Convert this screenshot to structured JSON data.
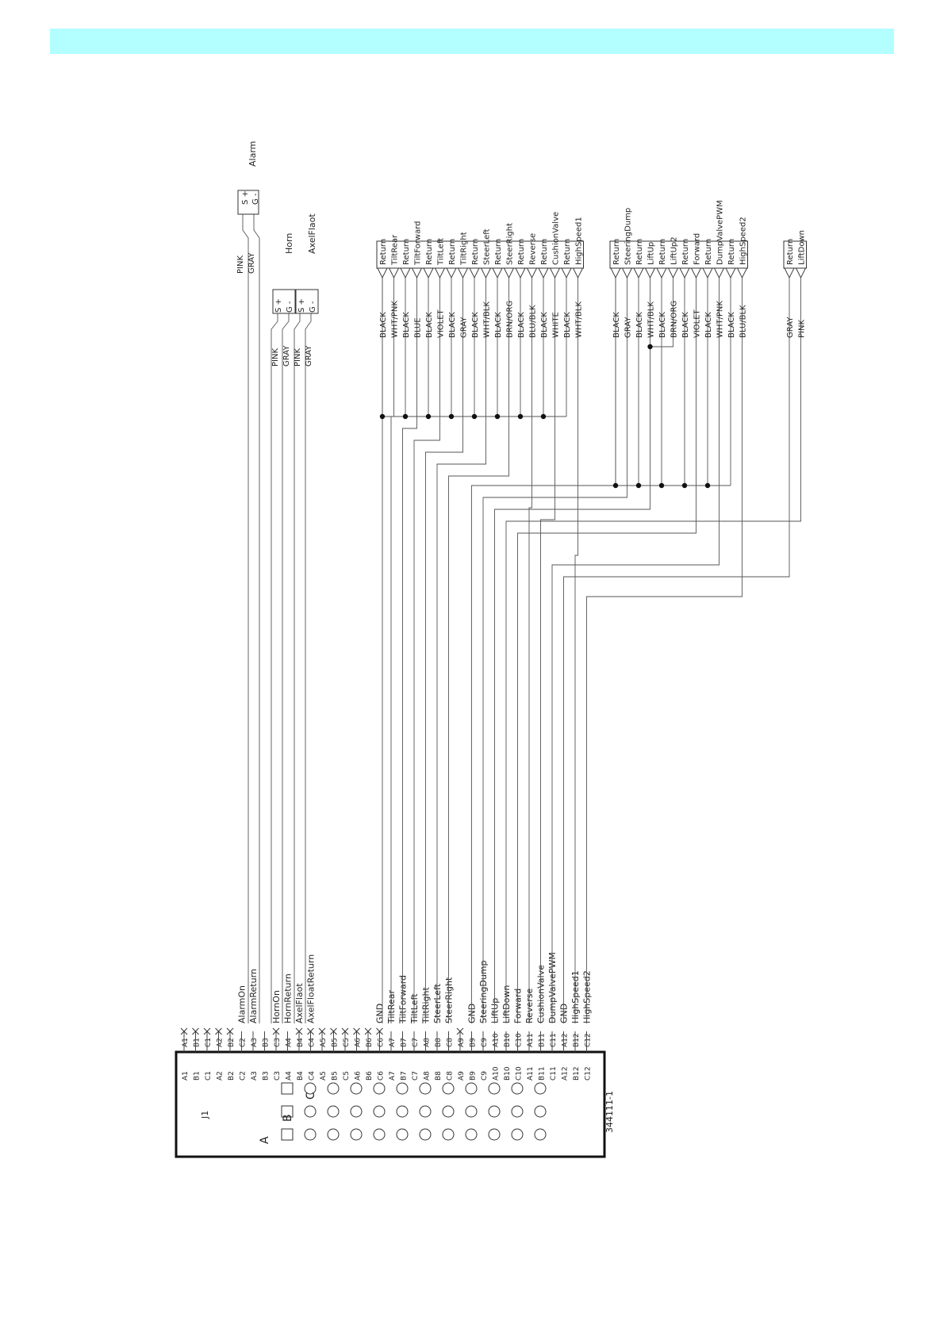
{
  "header": {
    "band_color": "#b3ffff"
  },
  "connector": {
    "id": "J1",
    "part_number": "344111-1",
    "columns": [
      "A",
      "B",
      "C"
    ],
    "bottom_pins": [
      "A1",
      "B1",
      "C1",
      "A2",
      "B2",
      "C2",
      "A3",
      "B3",
      "C3",
      "A4",
      "B4",
      "C4",
      "A5",
      "B5",
      "C5",
      "A6",
      "B6",
      "C6",
      "A7",
      "B7",
      "C7",
      "A8",
      "B8",
      "C8",
      "A9",
      "B9",
      "C9",
      "A10",
      "B10",
      "C10",
      "A11",
      "B11",
      "C11",
      "A12",
      "B12",
      "C12"
    ],
    "pin_order": [
      "A1",
      "B1",
      "C1",
      "A2",
      "B2",
      "C2",
      "A3",
      "B3",
      "C3",
      "A4",
      "B4",
      "C4",
      "A5",
      "B5",
      "C5",
      "A6",
      "B6",
      "C6",
      "A7",
      "B7",
      "C7",
      "A8",
      "B8",
      "C8",
      "A9",
      "B9",
      "C9",
      "A10",
      "B10",
      "C10",
      "A11",
      "B11",
      "C11",
      "A12",
      "B12",
      "C12"
    ],
    "signals": [
      "",
      "",
      "",
      "",
      "",
      "AlarmOn",
      "AlarmReturn",
      "",
      "HornOn",
      "HornReturn",
      "AxelFlaot",
      "AxelFloatReturn",
      "",
      "",
      "",
      "",
      "",
      "GND",
      "TiltRear",
      "TiltForward",
      "TiltLeft",
      "TiltRight",
      "SteerLeft",
      "SteerRight",
      "",
      "GND",
      "SteeringDump",
      "LiftUp",
      "LiftDown",
      "Forward",
      "Reverse",
      "CushionValve",
      "DumpValvePWM",
      "GND",
      "HighSpeed1",
      "HighSpeed2"
    ],
    "unused_pins": [
      "A1",
      "B1",
      "C1",
      "A2",
      "B2",
      "C3",
      "B4",
      "C4",
      "A5",
      "B5",
      "C5",
      "A6",
      "B6",
      "C6",
      "A9"
    ]
  },
  "devices": {
    "alarm": {
      "label": "Alarm",
      "pins": [
        "S +",
        "G -"
      ],
      "wires": [
        "PINK",
        "GRAY"
      ]
    },
    "horn": {
      "label": "Horn",
      "pins": [
        "S +",
        "G -"
      ],
      "wires": [
        "PINK",
        "GRAY"
      ]
    },
    "axelfloat": {
      "label": "AxelFlaot",
      "pins": [
        "S +",
        "G -"
      ],
      "wires": [
        "PINK",
        "GRAY"
      ]
    },
    "valve_block_1": {
      "terminals": [
        "Return",
        "TiltRear",
        "Return",
        "TiltForward",
        "Return",
        "TiltLeft",
        "Return",
        "TiltRight",
        "Return",
        "SteerLeft",
        "Return",
        "SteerRight",
        "Return",
        "Reverse",
        "Return",
        "CushionValve",
        "Return",
        "HighSpeed1"
      ],
      "wires": [
        "BLACK",
        "WHT/PNK",
        "BLACK",
        "BLUE",
        "BLACK",
        "VIOLET",
        "BLACK",
        "GRAY",
        "BLACK",
        "WHT/BLK",
        "BLACK",
        "BRN/ORG",
        "BLACK",
        "BLU/BLK",
        "BLACK",
        "WHITE",
        "BLACK",
        "WHT/BLK"
      ]
    },
    "valve_block_2": {
      "terminals": [
        "Return",
        "SteeringDump",
        "Return",
        "LiftUp",
        "Return",
        "LiftUp2",
        "Return",
        "Forward",
        "Return",
        "DumpValvePWM",
        "Return",
        "HighSpeed2"
      ],
      "wires": [
        "BLACK",
        "GRAY",
        "BLACK",
        "WHT/BLK",
        "BLACK",
        "BRN/ORG",
        "BLACK",
        "VIOLET",
        "BLACK",
        "WHT/PNK",
        "BLACK",
        "BLU/BLK"
      ]
    },
    "liftdown": {
      "terminals": [
        "Return",
        "LiftDown"
      ],
      "wires": [
        "GRAY",
        "PINK"
      ]
    }
  }
}
